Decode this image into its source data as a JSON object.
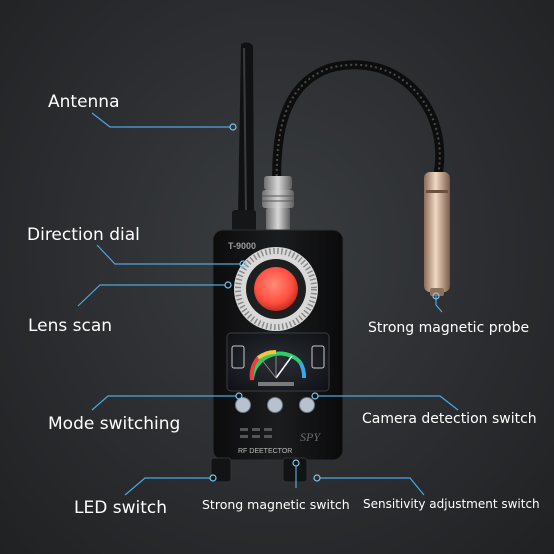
{
  "device": {
    "model": "T-9000",
    "front_label": "RF DEETECTOR",
    "watermark": "SPY"
  },
  "labels": {
    "antenna": "Antenna",
    "direction_dial": "Direction dial",
    "lens_scan": "Lens scan",
    "mode_switching": "Mode switching",
    "led_switch": "LED switch",
    "strong_magnetic_probe": "Strong magnetic probe",
    "camera_detection_switch": "Camera detection switch",
    "strong_magnetic_switch": "Strong magnetic switch",
    "sensitivity_adjustment_switch": "Sensitivity adjustment switch"
  },
  "colors": {
    "background": "#2b2d30",
    "callout_line": "#4aa8e0",
    "label_text": "#ffffff",
    "lens": "#ff5a4a"
  }
}
